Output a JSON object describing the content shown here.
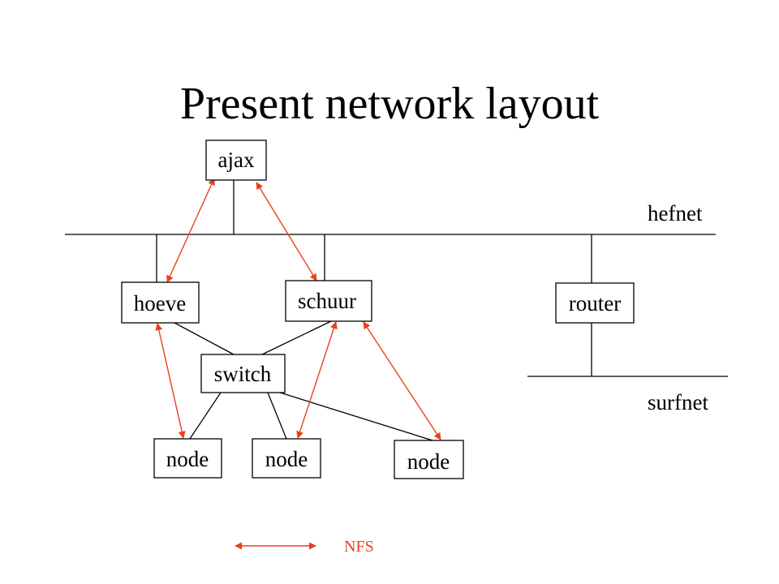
{
  "title": "Present network layout",
  "colors": {
    "nfs": "#e8411b",
    "line": "#000000",
    "background": "#ffffff"
  },
  "networks": {
    "upper": "hefnet",
    "lower": "surfnet"
  },
  "hosts": {
    "ajax": "ajax",
    "hoeve": "hoeve",
    "schuur": "schuur",
    "router": "router",
    "switch": "switch",
    "node1": "node",
    "node2": "node",
    "node3": "node"
  },
  "legend": {
    "nfs_label": "NFS"
  }
}
